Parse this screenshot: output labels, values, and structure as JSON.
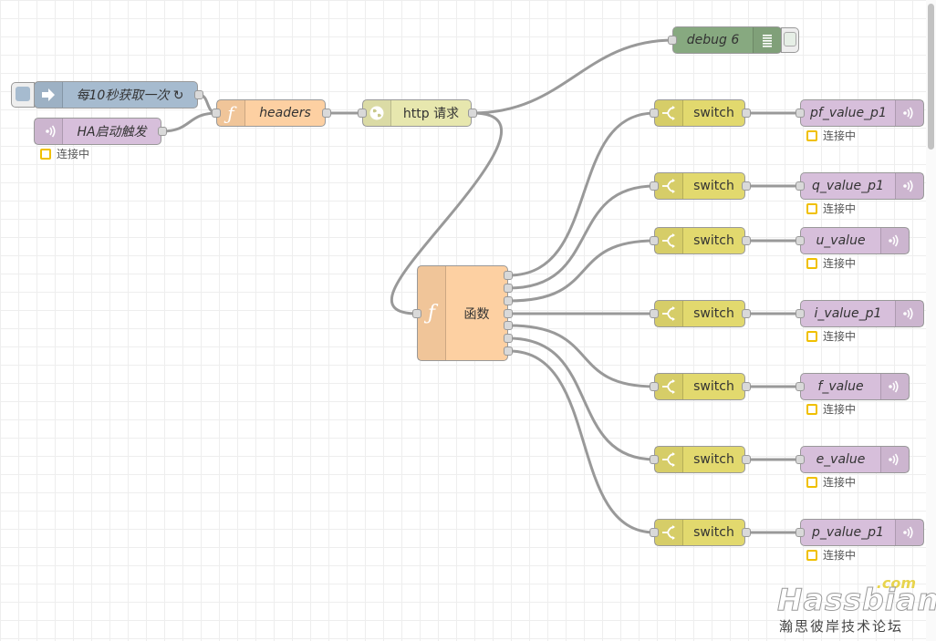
{
  "colors": {
    "inject": "#a6bbcf",
    "function": "#fdd0a2",
    "http": "#e7e7ae",
    "switch": "#e2d96e",
    "ha_entity": "#d7bfdb",
    "debug": "#87a980",
    "wire": "#999999",
    "status_ring": "#f0c000"
  },
  "nodes": {
    "inject": {
      "label": "每10秒获取一次 ↻",
      "icon": "arrow-in-icon"
    },
    "ha_start": {
      "label": "HA启动触发",
      "icon": "wifi-signal-icon",
      "status": "连接中"
    },
    "headers": {
      "label": "headers",
      "icon": "function-icon"
    },
    "http": {
      "label": "http 请求",
      "icon": "globe-icon"
    },
    "debug": {
      "label": "debug 6",
      "icon": "list-icon"
    },
    "func": {
      "label": "函数",
      "icon": "function-icon"
    },
    "switches": [
      {
        "label": "switch"
      },
      {
        "label": "switch"
      },
      {
        "label": "switch"
      },
      {
        "label": "switch"
      },
      {
        "label": "switch"
      },
      {
        "label": "switch"
      },
      {
        "label": "switch"
      }
    ],
    "outputs": [
      {
        "label": "pf_value_p1",
        "status": "连接中"
      },
      {
        "label": "q_value_p1",
        "status": "连接中"
      },
      {
        "label": "u_value",
        "status": "连接中"
      },
      {
        "label": "i_value_p1",
        "status": "连接中"
      },
      {
        "label": "f_value",
        "status": "连接中"
      },
      {
        "label": "e_value",
        "status": "连接中"
      },
      {
        "label": "p_value_p1",
        "status": "连接中"
      }
    ]
  },
  "watermark": {
    "com": ".com",
    "brand": "Hassbian",
    "tagline": "瀚思彼岸技术论坛"
  }
}
